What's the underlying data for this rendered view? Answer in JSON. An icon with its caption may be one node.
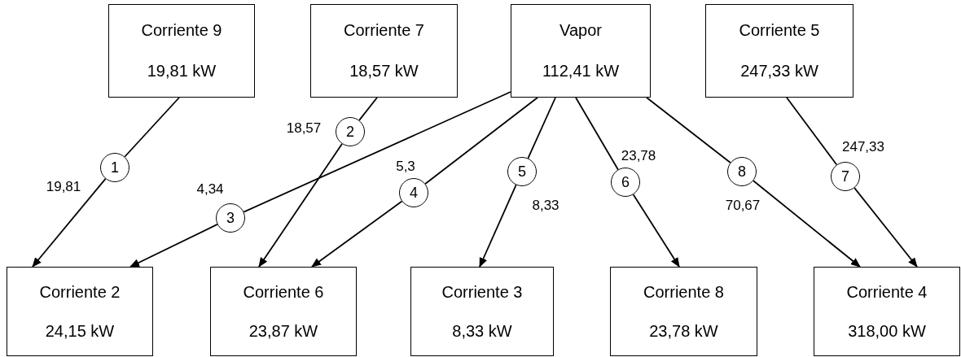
{
  "diagram": {
    "nodes": [
      {
        "text": [
          "Corriente 9",
          "19,81 kW"
        ]
      },
      {
        "text": [
          "Corriente 7",
          "18,57 kW"
        ]
      },
      {
        "text": [
          "Vapor",
          "112,41 kW"
        ]
      },
      {
        "text": [
          "Corriente 5",
          "247,33 kW"
        ]
      },
      {
        "text": [
          "1"
        ],
        "beside": [
          "19,81"
        ]
      },
      {
        "text": [
          "2"
        ],
        "beside": [
          "18,57"
        ]
      },
      {
        "text": [
          "3"
        ],
        "beside": [
          "4,34"
        ]
      },
      {
        "text": [
          "4"
        ],
        "beside": [
          "5,3"
        ]
      },
      {
        "text": [
          "5"
        ],
        "beside": [
          "8,33"
        ]
      },
      {
        "text": [
          "6"
        ],
        "beside": [
          "23,78"
        ]
      },
      {
        "text": [
          "7"
        ],
        "beside": [
          "247,33"
        ]
      },
      {
        "text": [
          "8"
        ],
        "beside": [
          "70,67"
        ]
      },
      {
        "text": [
          "Corriente 2",
          "24,15 kW"
        ]
      },
      {
        "text": [
          "Corriente 6",
          "23,87 kW"
        ]
      },
      {
        "text": [
          "Corriente 3",
          "8,33 kW"
        ]
      },
      {
        "text": [
          "Corriente 8",
          "23,78 kW"
        ]
      },
      {
        "text": [
          "Corriente 4",
          "318,00 kW"
        ]
      }
    ],
    "edges": [
      {
        "from": 0,
        "to": 4,
        "arrow": "none"
      },
      {
        "from": 4,
        "to": 12,
        "arrow": "to"
      },
      {
        "from": 1,
        "to": 5,
        "arrow": "none"
      },
      {
        "from": 5,
        "to": 13,
        "arrow": "to"
      },
      {
        "from": 2,
        "to": 6,
        "arrow": "none"
      },
      {
        "from": 6,
        "to": 12,
        "arrow": "to"
      },
      {
        "from": 2,
        "to": 7,
        "arrow": "none"
      },
      {
        "from": 7,
        "to": 13,
        "arrow": "to"
      },
      {
        "from": 2,
        "to": 8,
        "arrow": "none"
      },
      {
        "from": 8,
        "to": 14,
        "arrow": "to"
      },
      {
        "from": 2,
        "to": 9,
        "arrow": "none"
      },
      {
        "from": 9,
        "to": 15,
        "arrow": "to"
      },
      {
        "from": 3,
        "to": 10,
        "arrow": "none"
      },
      {
        "from": 10,
        "to": 16,
        "arrow": "to"
      },
      {
        "from": 2,
        "to": 11,
        "arrow": "none"
      },
      {
        "from": 11,
        "to": 16,
        "arrow": "to"
      }
    ]
  }
}
